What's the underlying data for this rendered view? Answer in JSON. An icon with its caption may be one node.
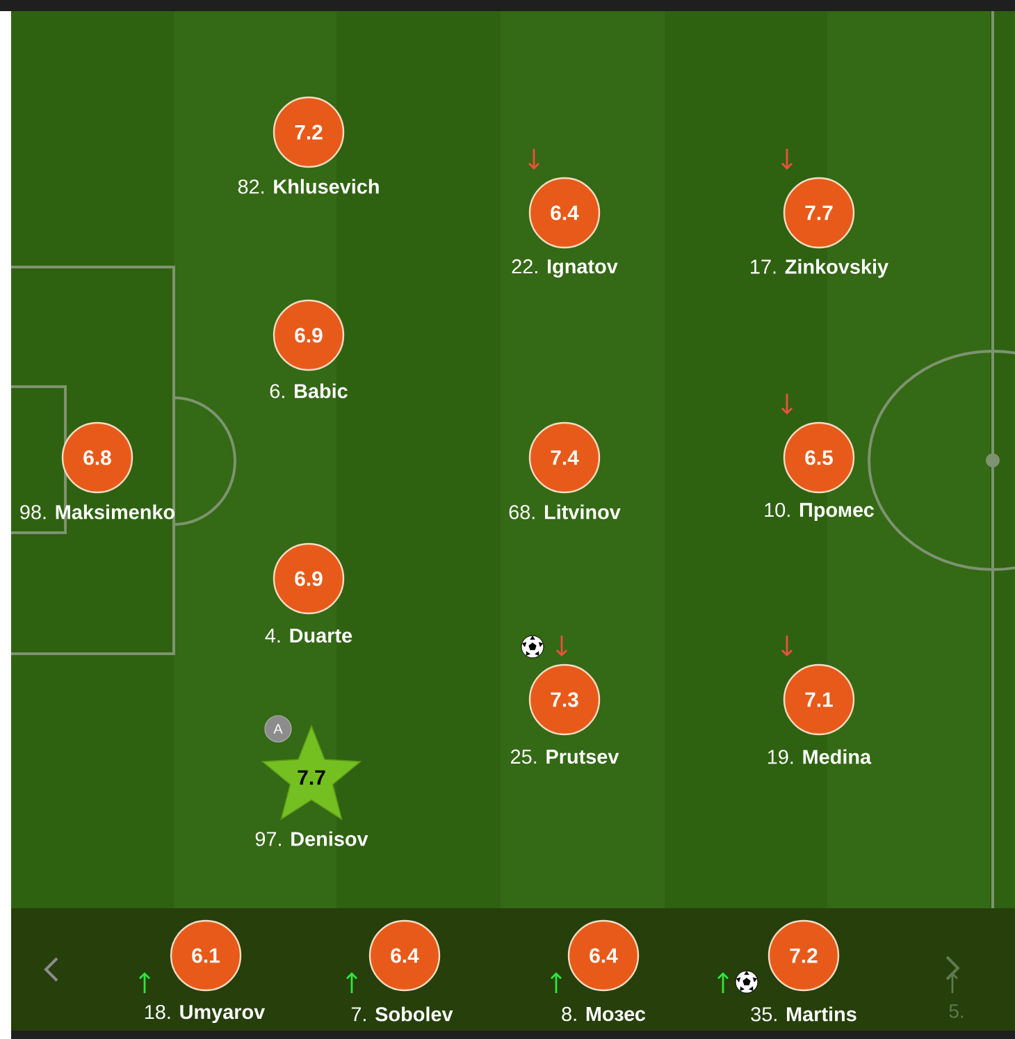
{
  "diagram": {
    "nodes": [
      {
        "text": [
          "7.2",
          "82. **Khlusevich**"
        ]
      },
      {
        "text": [
          "6.4",
          "22. **Ignatov**"
        ]
      },
      {
        "text": [
          "7.7",
          "17. **Zinkovskiy**"
        ]
      },
      {
        "text": [
          "6.9",
          "6. **Babic**"
        ]
      },
      {
        "text": [
          "6.8",
          "98. **Maksimenko**"
        ]
      },
      {
        "text": [
          "7.4",
          "68. **Litvinov**"
        ]
      },
      {
        "text": [
          "6.5",
          "10. **Промес**"
        ]
      },
      {
        "text": [
          "6.9",
          "4. **Duarte**"
        ]
      },
      {
        "text": [
          "7.3",
          "25. **Prutsev**"
        ]
      },
      {
        "text": [
          "7.1",
          "19. **Medina**"
        ]
      },
      {
        "text": [
          "A"
        ]
      },
      {
        "text": [
          "7.7",
          "97. **Denisov**"
        ]
      },
      {
        "text": [
          "6.1",
          "18. **Umyarov**"
        ]
      },
      {
        "text": [
          "6.4",
          "7. **Sobolev**"
        ]
      },
      {
        "text": [
          "6.4",
          "8. **Мозес**"
        ]
      },
      {
        "text": [
          "7.2",
          "35. **Martins**"
        ]
      }
    ],
    "labels": [
      "5."
    ]
  }
}
